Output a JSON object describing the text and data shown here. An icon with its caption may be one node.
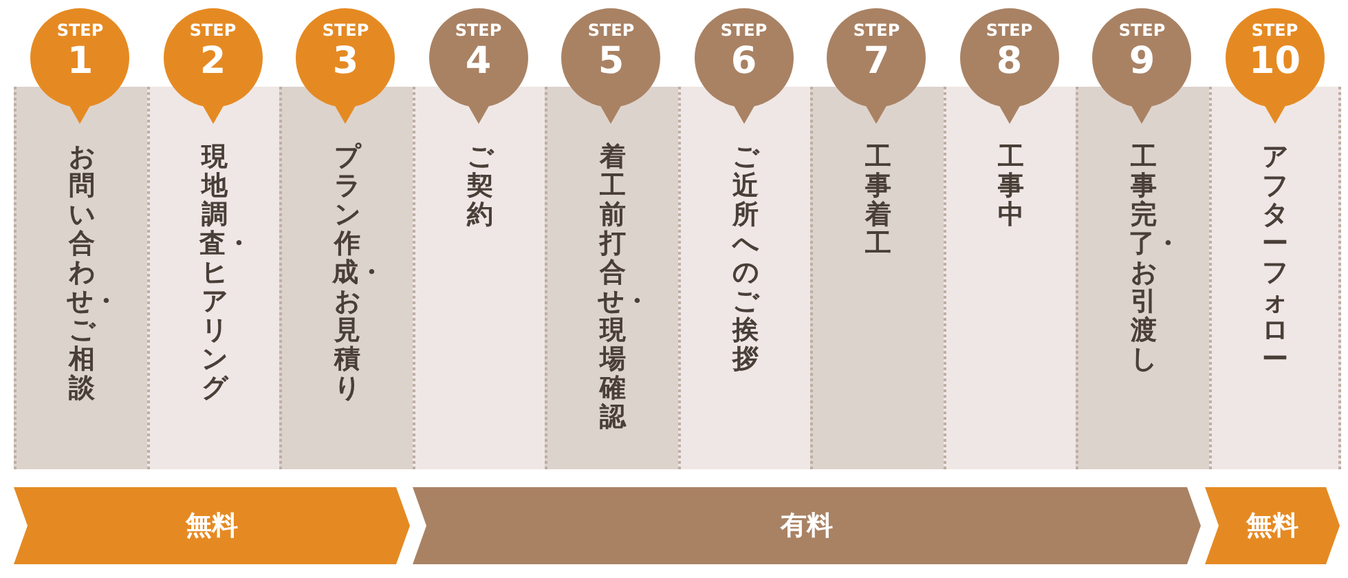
{
  "diagram": {
    "nodes": [
      {
        "text": [
          "STEP",
          "1"
        ]
      },
      {
        "text": [
          "お問い合わせ・ご相談"
        ]
      },
      {
        "text": [
          "STEP",
          "2"
        ]
      },
      {
        "text": [
          "現地調査・ヒアリング"
        ]
      },
      {
        "text": [
          "STEP",
          "3"
        ]
      },
      {
        "text": [
          "プラン作成・お見積り"
        ]
      },
      {
        "text": [
          "STEP",
          "4"
        ]
      },
      {
        "text": [
          "ご契約"
        ]
      },
      {
        "text": [
          "STEP",
          "5"
        ]
      },
      {
        "text": [
          "着工前打合せ・現場確認"
        ]
      },
      {
        "text": [
          "STEP",
          "6"
        ]
      },
      {
        "text": [
          "ご近所へのご挨拶"
        ]
      },
      {
        "text": [
          "STEP",
          "7"
        ]
      },
      {
        "text": [
          "工事着工"
        ]
      },
      {
        "text": [
          "STEP",
          "8"
        ]
      },
      {
        "text": [
          "工事中"
        ]
      },
      {
        "text": [
          "STEP",
          "9"
        ]
      },
      {
        "text": [
          "工事完了・お引渡し"
        ]
      },
      {
        "text": [
          "STEP",
          "10"
        ]
      },
      {
        "text": [
          "アフターフォロー"
        ]
      },
      {
        "text": [
          "無料"
        ]
      },
      {
        "text": [
          "有料"
        ]
      },
      {
        "text": [
          "無料"
        ]
      }
    ]
  }
}
